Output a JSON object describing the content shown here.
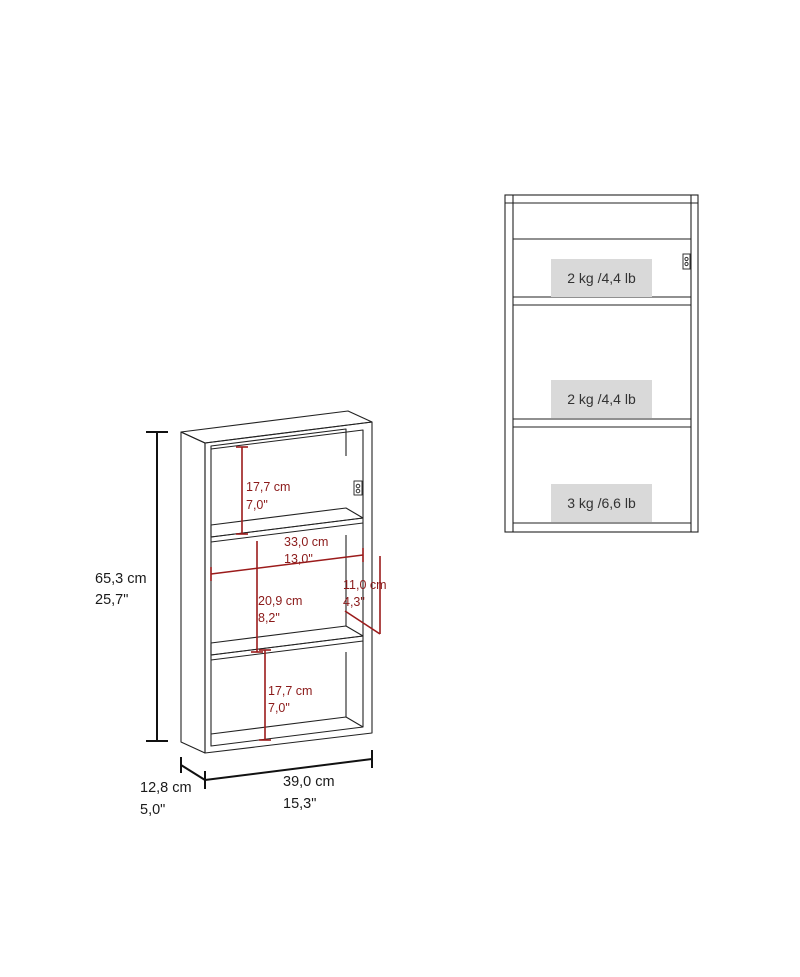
{
  "overall_dimensions": {
    "height": {
      "cm": "65,3 cm",
      "in": "25,7\""
    },
    "depth": {
      "cm": "12,8 cm",
      "in": "5,0\""
    },
    "width": {
      "cm": "39,0 cm",
      "in": "15,3\""
    }
  },
  "internal_dimensions": {
    "top_compartment_height": {
      "cm": "17,7 cm",
      "in": "7,0\""
    },
    "inner_width": {
      "cm": "33,0 cm",
      "in": "13,0\""
    },
    "middle_compartment_height": {
      "cm": "20,9 cm",
      "in": "8,2\""
    },
    "inner_depth": {
      "cm": "11,0 cm",
      "in": "4,3\""
    },
    "bottom_compartment_height": {
      "cm": "17,7 cm",
      "in": "7,0\""
    }
  },
  "shelf_loads": [
    "2 kg /4,4 lb",
    "2 kg /4,4 lb",
    "3 kg /6,6 lb"
  ],
  "colors": {
    "outline": "#1a1a1a",
    "dimension_red": "#8b1a1a",
    "label_bg": "#d9d9d9"
  }
}
